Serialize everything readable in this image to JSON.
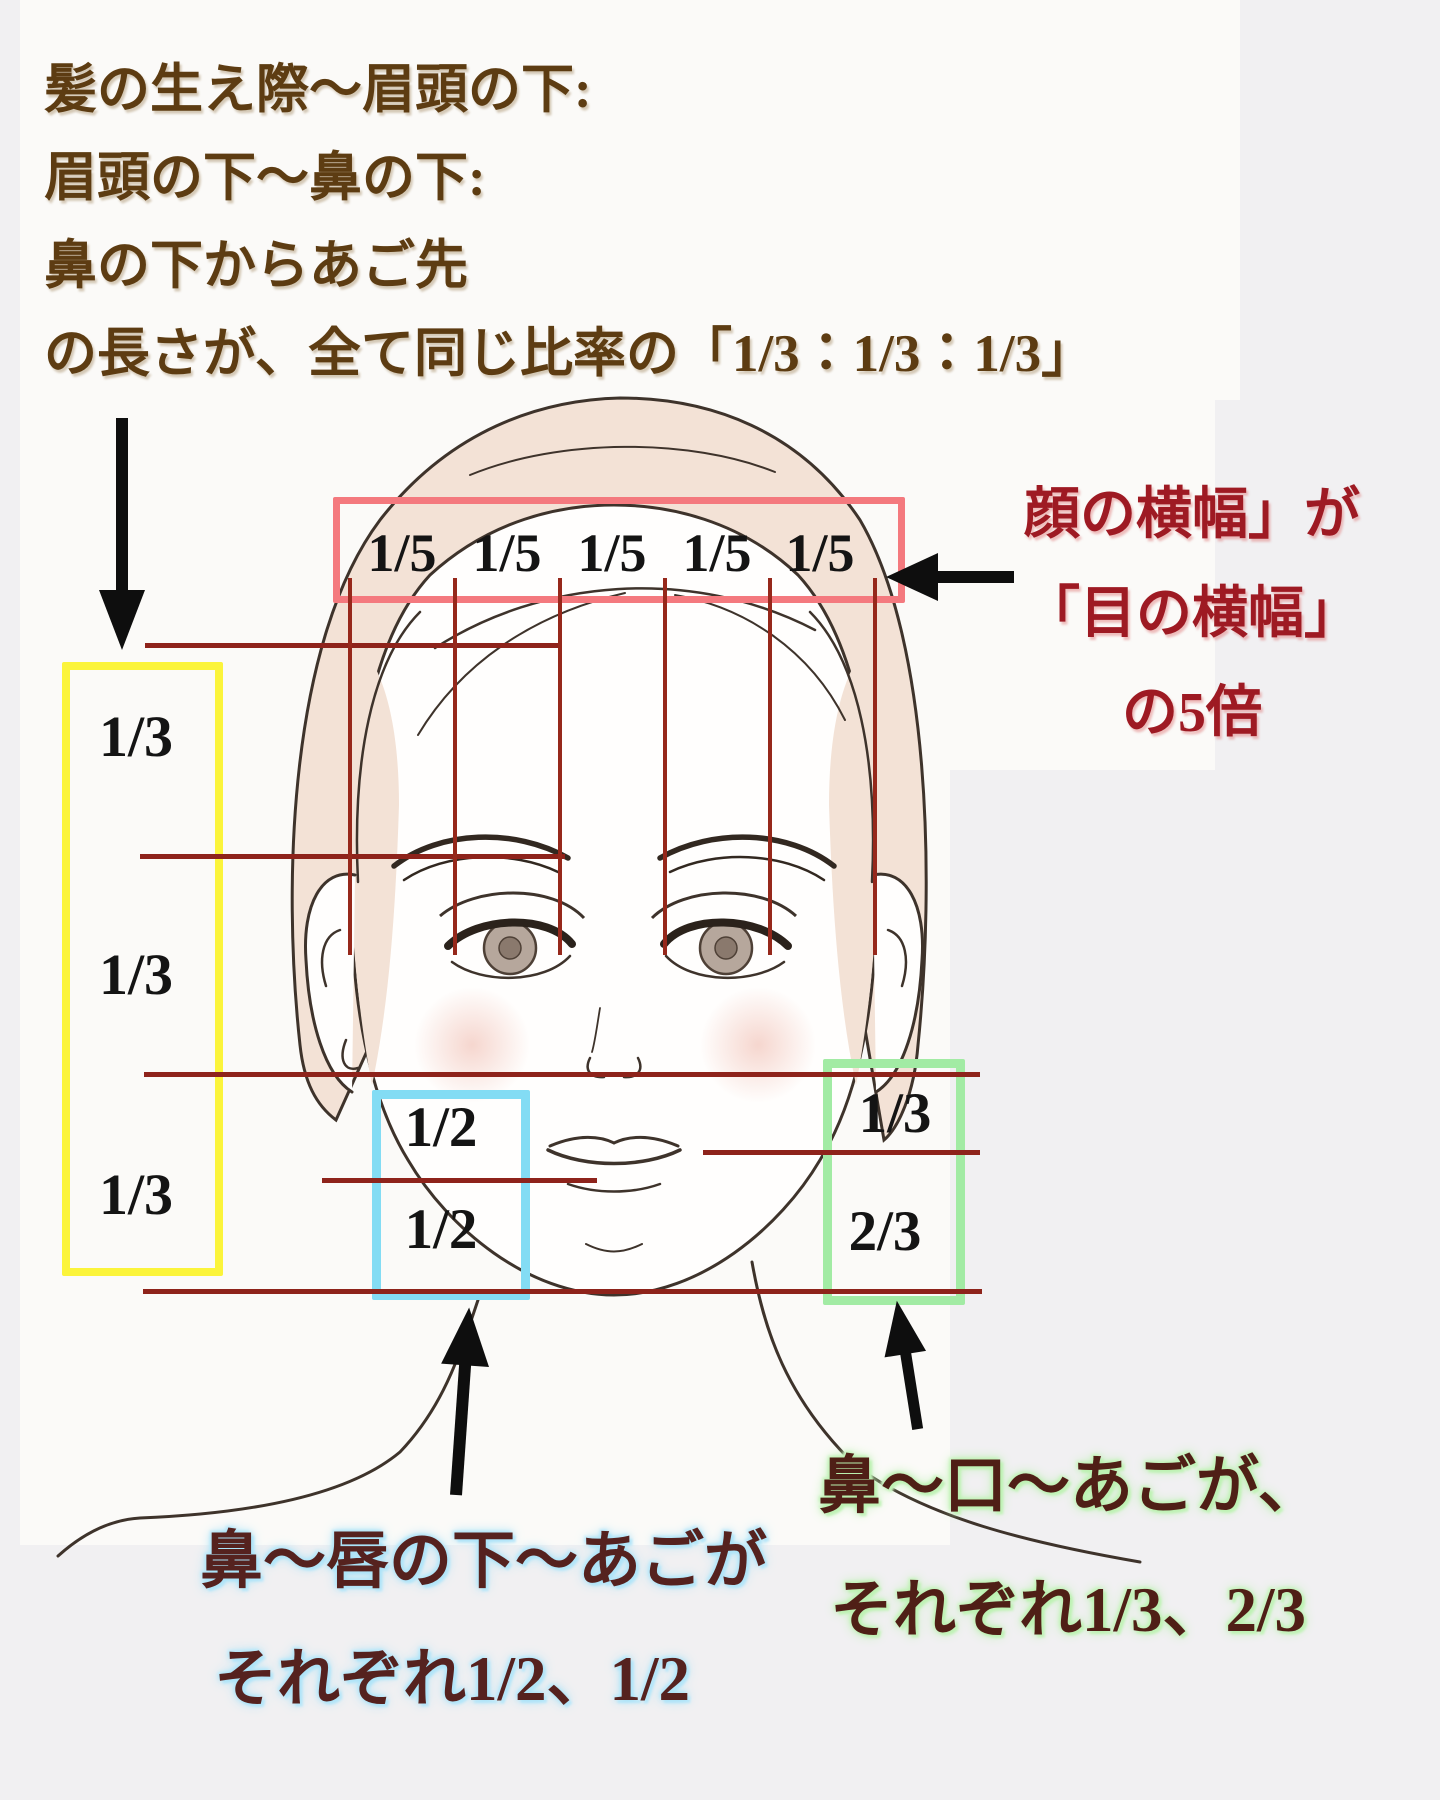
{
  "title": {
    "line1": "髪の生え際〜眉頭の下:",
    "line2": "眉頭の下〜鼻の下:",
    "line3": "鼻の下からあご先",
    "line4": "の長さが、全て同じ比率の「1/3：1/3：1/3」"
  },
  "face_width_note": {
    "line1": "顔の横幅」が",
    "line2": "「目の横幅」",
    "line3": "の5倍"
  },
  "fifths": {
    "labels": [
      "1/5",
      "1/5",
      "1/5",
      "1/5",
      "1/5"
    ]
  },
  "thirds_left": {
    "labels": [
      "1/3",
      "1/3",
      "1/3"
    ]
  },
  "halves": {
    "labels": [
      "1/2",
      "1/2"
    ]
  },
  "thirds_right": {
    "labels": [
      "1/3",
      "2/3"
    ]
  },
  "nose_lip_chin_note": {
    "line1": "鼻〜唇の下〜あごが",
    "line2": "それぞれ1/2、1/2"
  },
  "nose_mouth_chin_note": {
    "line1": "鼻〜口〜あごが、",
    "line2": "それぞれ1/3、2/3"
  },
  "colors": {
    "title_text": "#5d3c12",
    "red_note_text": "#9e1a23",
    "pink_box": "#f4797e",
    "yellow_box": "#fbf43b",
    "blue_box": "#83dcf4",
    "green_box": "#a2eba4",
    "guide_line": "#8e231b",
    "blue_note_text": "#55221f",
    "blue_note_glow": "#a9e2f7",
    "green_note_text": "#4f1f16",
    "green_note_glow": "#b9f0ae",
    "arrow": "#0e0e0e",
    "hair_fill": "#f3e2d6",
    "line_art": "#3e332b"
  }
}
